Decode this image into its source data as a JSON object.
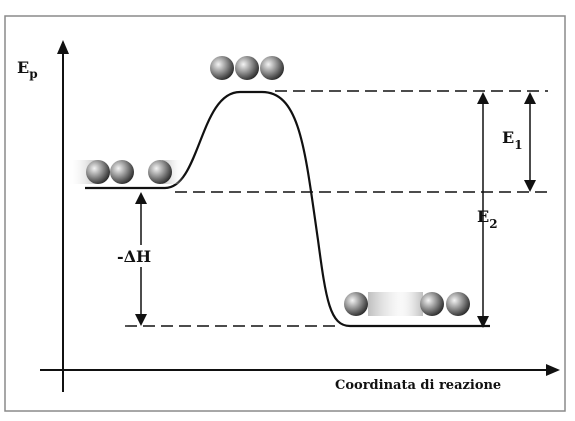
{
  "diagram": {
    "y_axis_label": "E",
    "y_axis_label_sub": "p",
    "x_axis_label": "Coordinata di reazione",
    "energy_1_label": "E",
    "energy_1_sub": "1",
    "energy_2_label": "E",
    "energy_2_sub": "2",
    "enthalpy_label": "-ΔH"
  },
  "colors": {
    "curve": "#111111",
    "axis": "#111111",
    "frame": "#888888",
    "molecule_dark": "#3a3a3a",
    "molecule_light": "#d8d8d8"
  },
  "molecule_groups": [
    {
      "name": "reactants",
      "count": 3
    },
    {
      "name": "transition-state",
      "count": 3
    },
    {
      "name": "products",
      "count": 3
    }
  ]
}
